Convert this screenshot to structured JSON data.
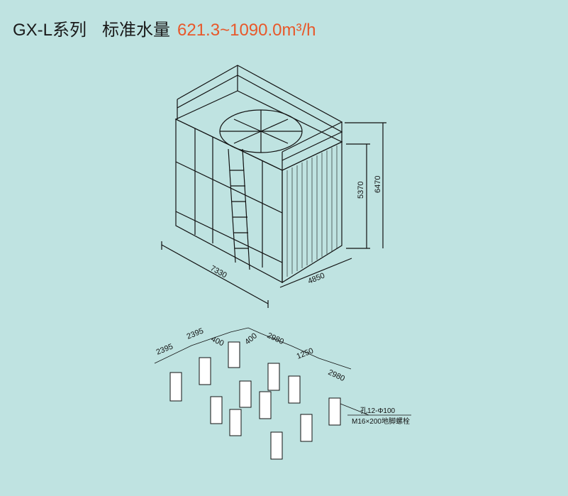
{
  "title": {
    "series": "GX-L系列",
    "capacity_label": "标准水量",
    "flow_value": "621.3~1090.0",
    "flow_unit": "m³/h"
  },
  "tower_dims": {
    "length": "7330",
    "width": "4850",
    "inner_height": "5370",
    "total_height": "6470"
  },
  "foundation_dims": {
    "d1": "2395",
    "d2": "2395",
    "d3": "400",
    "d4": "400",
    "d5": "2980",
    "d6": "1250",
    "d7": "2980"
  },
  "notes": {
    "hole": "孔12-Φ100",
    "bolt": "M16×200地脚螺栓"
  },
  "colors": {
    "background": "#bfe3e1",
    "accent": "#e8582a",
    "line": "#111111"
  }
}
